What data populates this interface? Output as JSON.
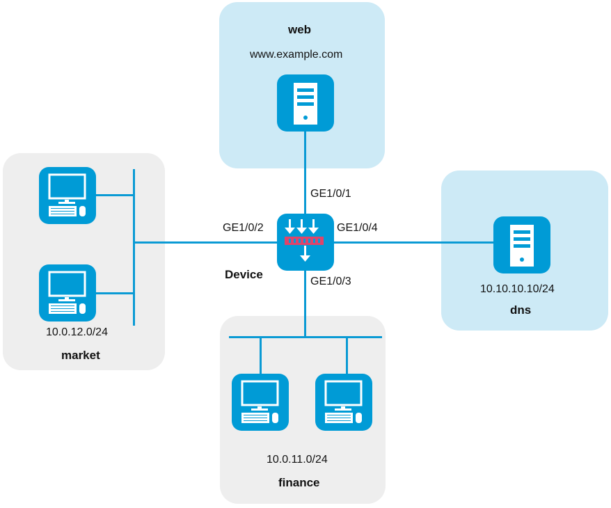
{
  "device": {
    "name": "Device",
    "icon": "firewall-icon",
    "ports": {
      "up": "GE1/0/1",
      "left": "GE1/0/2",
      "down": "GE1/0/3",
      "right": "GE1/0/4"
    }
  },
  "web": {
    "name": "web",
    "host": "www.example.com",
    "icon": "server-icon"
  },
  "dns": {
    "name": "dns",
    "address": "10.10.10.10/24",
    "icon": "server-icon"
  },
  "market": {
    "name": "market",
    "subnet": "10.0.12.0/24",
    "hosts": [
      "pc-icon",
      "pc-icon"
    ]
  },
  "finance": {
    "name": "finance",
    "subnet": "10.0.11.0/24",
    "hosts": [
      "pc-icon",
      "pc-icon"
    ]
  },
  "colors": {
    "icon": "#009bd6",
    "link": "#0a9ad4",
    "server_zone": "#cdeaf6",
    "host_zone": "#eeeeee",
    "filter_bar": "#e0446a"
  }
}
